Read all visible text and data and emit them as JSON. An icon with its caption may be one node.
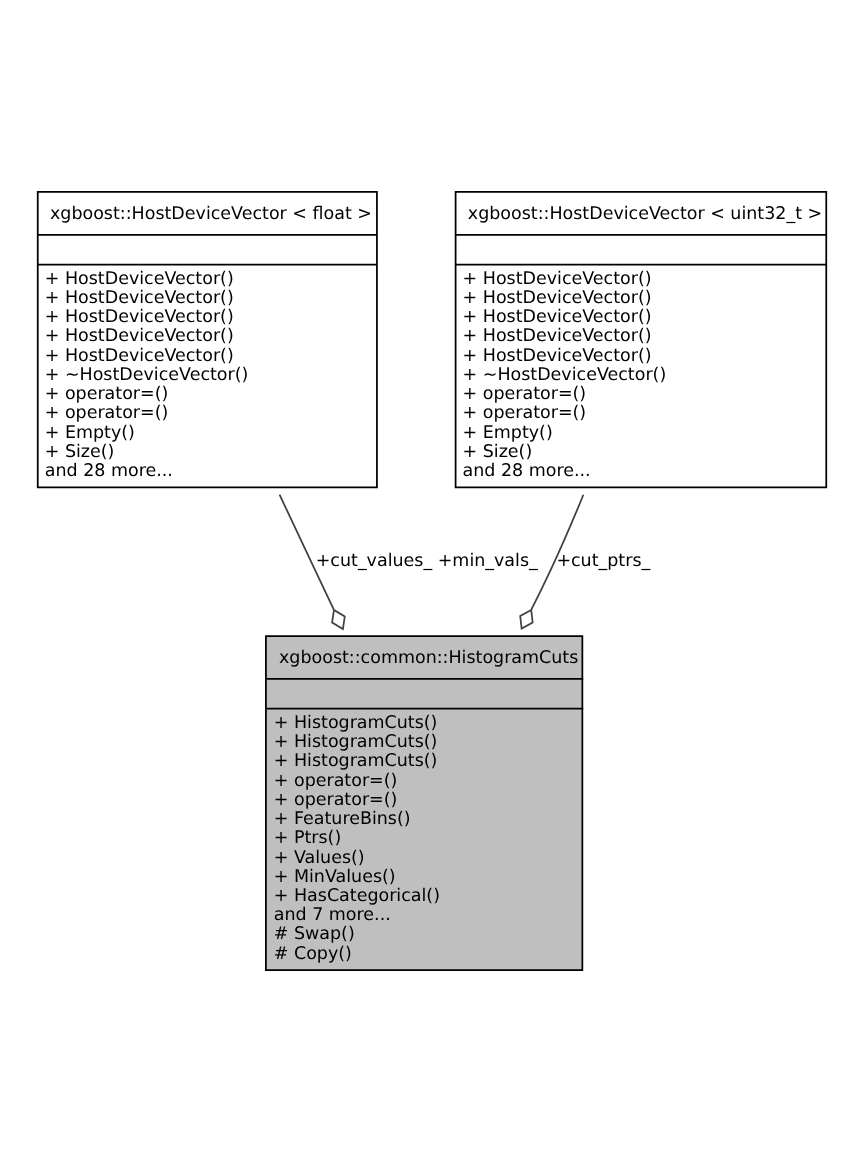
{
  "diagram": {
    "nodes": [
      {
        "text": [
          "xgboost::HostDeviceVector < float >",
          "+ HostDeviceVector()",
          "+ HostDeviceVector()",
          "+ HostDeviceVector()",
          "+ HostDeviceVector()",
          "+ HostDeviceVector()",
          "+ ~HostDeviceVector()",
          "+ operator=()",
          "+ operator=()",
          "+ Empty()",
          "+ Size()",
          "and 28 more..."
        ]
      },
      {
        "text": [
          "xgboost::HostDeviceVector < uint32_t >",
          "+ HostDeviceVector()",
          "+ HostDeviceVector()",
          "+ HostDeviceVector()",
          "+ HostDeviceVector()",
          "+ HostDeviceVector()",
          "+ ~HostDeviceVector()",
          "+ operator=()",
          "+ operator=()",
          "+ Empty()",
          "+ Size()",
          "and 28 more..."
        ]
      },
      {
        "text": [
          "xgboost::common::HistogramCuts",
          "+ HistogramCuts()",
          "+ HistogramCuts()",
          "+ HistogramCuts()",
          "+ operator=()",
          "+ operator=()",
          "+ FeatureBins()",
          "+ Ptrs()",
          "+ Values()",
          "+ MinValues()",
          "+ HasCategorical()",
          "and 7 more...",
          "# Swap()",
          "# Copy()"
        ]
      }
    ],
    "edges": [
      {
        "from": 0,
        "to": 2,
        "arrow": "other",
        "label": "+cut_values_ +min_vals_"
      },
      {
        "from": 1,
        "to": 2,
        "arrow": "other",
        "label": "+cut_ptrs_"
      }
    ]
  }
}
